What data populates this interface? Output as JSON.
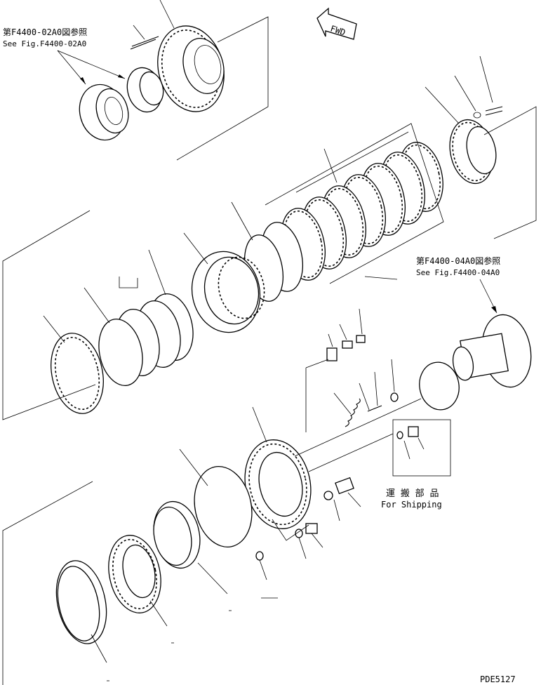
{
  "notes": {
    "fig02_jp": "第F4400-02A0図参照",
    "fig02_en": "See Fig.F4400-02A0",
    "fig04_jp": "第F4400-04A0図参照",
    "fig04_en": "See Fig.F4400-04A0",
    "shipping_jp": "運 搬 部 品",
    "shipping_en": "For Shipping",
    "fwd": "FWD",
    "drawing_code": "PDE5127"
  },
  "colors": {
    "line": "#000000",
    "background": "#ffffff"
  }
}
